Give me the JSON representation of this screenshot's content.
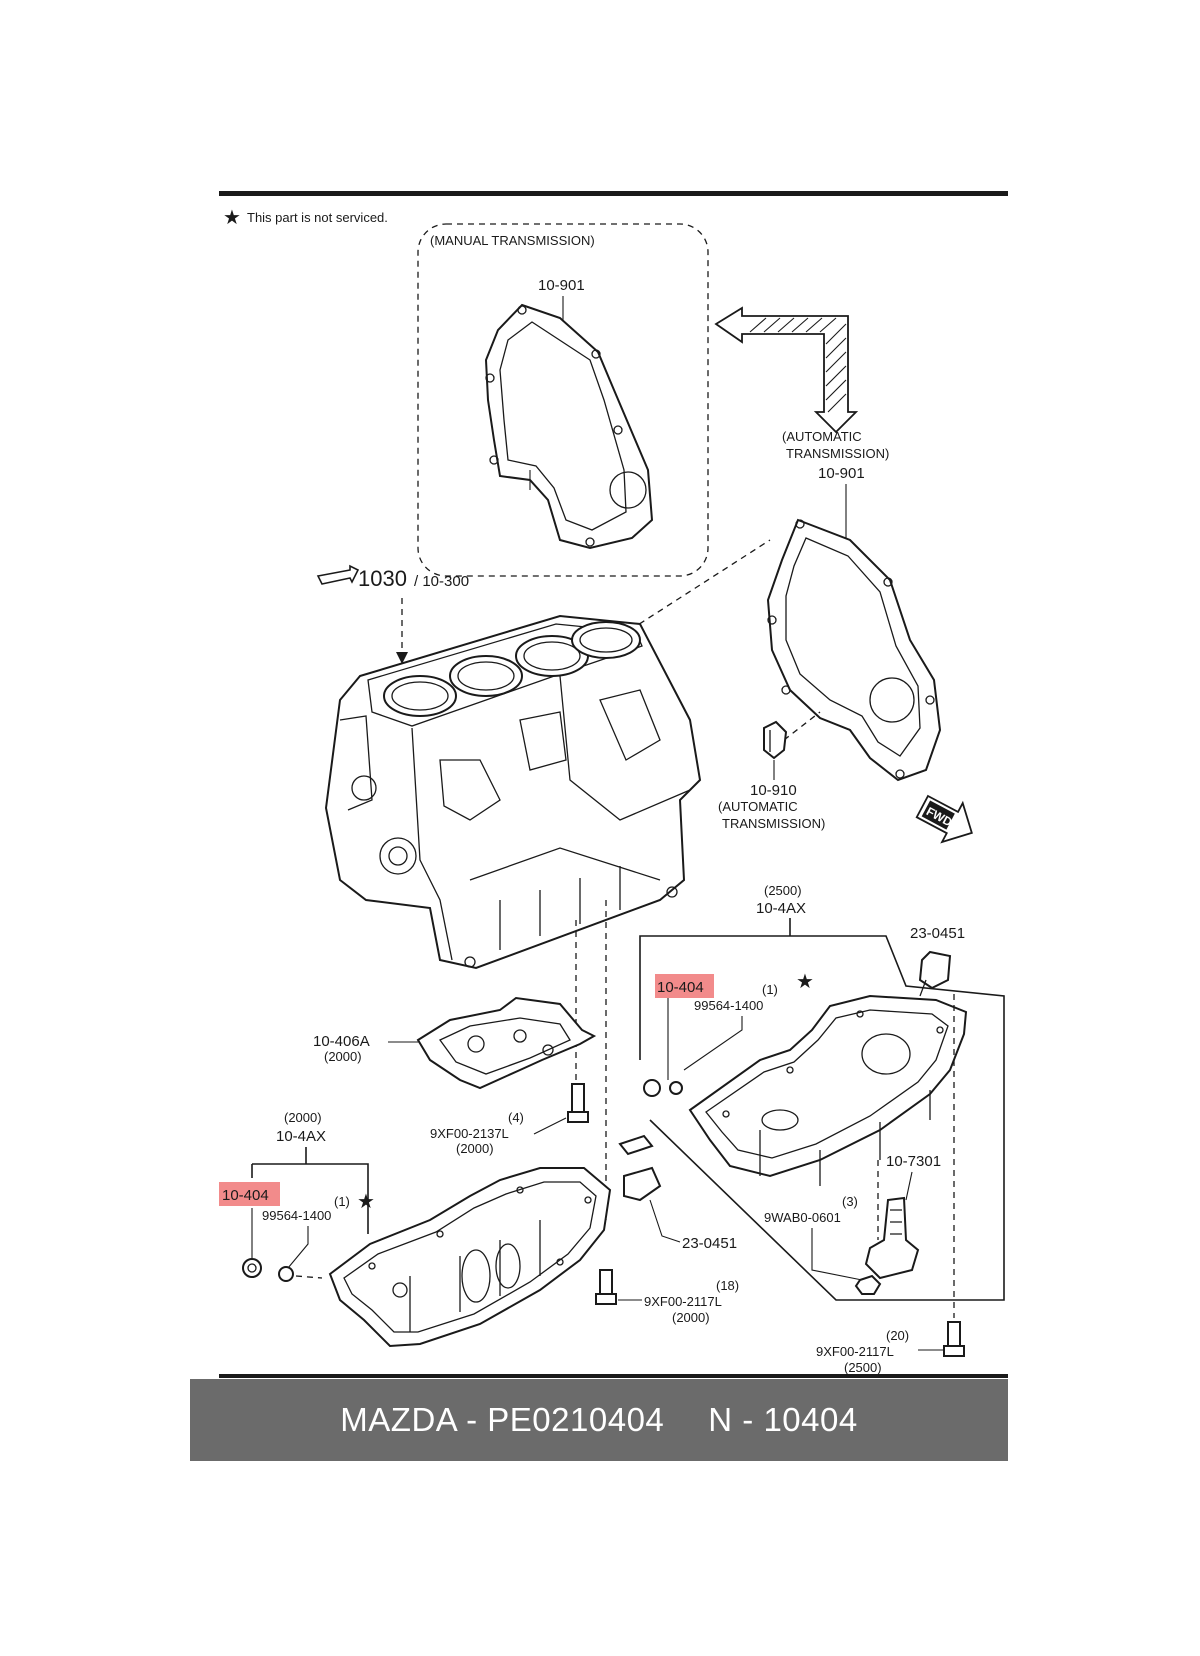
{
  "note": {
    "icon": "star-icon",
    "text": "This part is not serviced."
  },
  "manual_box": {
    "title": "(MANUAL TRANSMISSION)",
    "part": "10-901"
  },
  "auto_plate": {
    "title_line1": "(AUTOMATIC",
    "title_line2": "TRANSMISSION)",
    "part": "10-901"
  },
  "block": {
    "ref_main": "1030",
    "ref_sub": "/ 10-300"
  },
  "sensor": {
    "part": "10-910",
    "line1": "(AUTOMATIC",
    "line2": "TRANSMISSION)"
  },
  "fwd": "FWD",
  "upper_pan": {
    "qty": "(2500)",
    "part": "10-4AX",
    "sensor_part": "23-0451",
    "plug_part": "10-404",
    "washer_qty": "(1)",
    "washer_part": "99564-1400",
    "strainer_part": "10-7301",
    "nut_qty": "(3)",
    "nut_part": "9WAB0-0601",
    "bolt_qty": "(20)",
    "bolt_part": "9XF00-2117L",
    "bolt_note": "(2500)"
  },
  "lower_pan": {
    "qty": "(2000)",
    "part": "10-4AX",
    "plug_part": "10-404",
    "washer_qty": "(1)",
    "washer_part": "99564-1400",
    "baffle_part": "10-406A",
    "baffle_note": "(2000)",
    "bolt4_qty": "(4)",
    "bolt4_part": "9XF00-2137L",
    "bolt4_note": "(2000)",
    "sensor_part": "23-0451",
    "bolt18_qty": "(18)",
    "bolt18_part": "9XF00-2117L",
    "bolt18_note": "(2000)"
  },
  "footer": {
    "brand": "MAZDA - PE0210404",
    "number": "N - 10404"
  },
  "colors": {
    "highlight": "#f28b8b",
    "footer_bg": "#6b6b6b",
    "ink": "#1a1a1a"
  }
}
